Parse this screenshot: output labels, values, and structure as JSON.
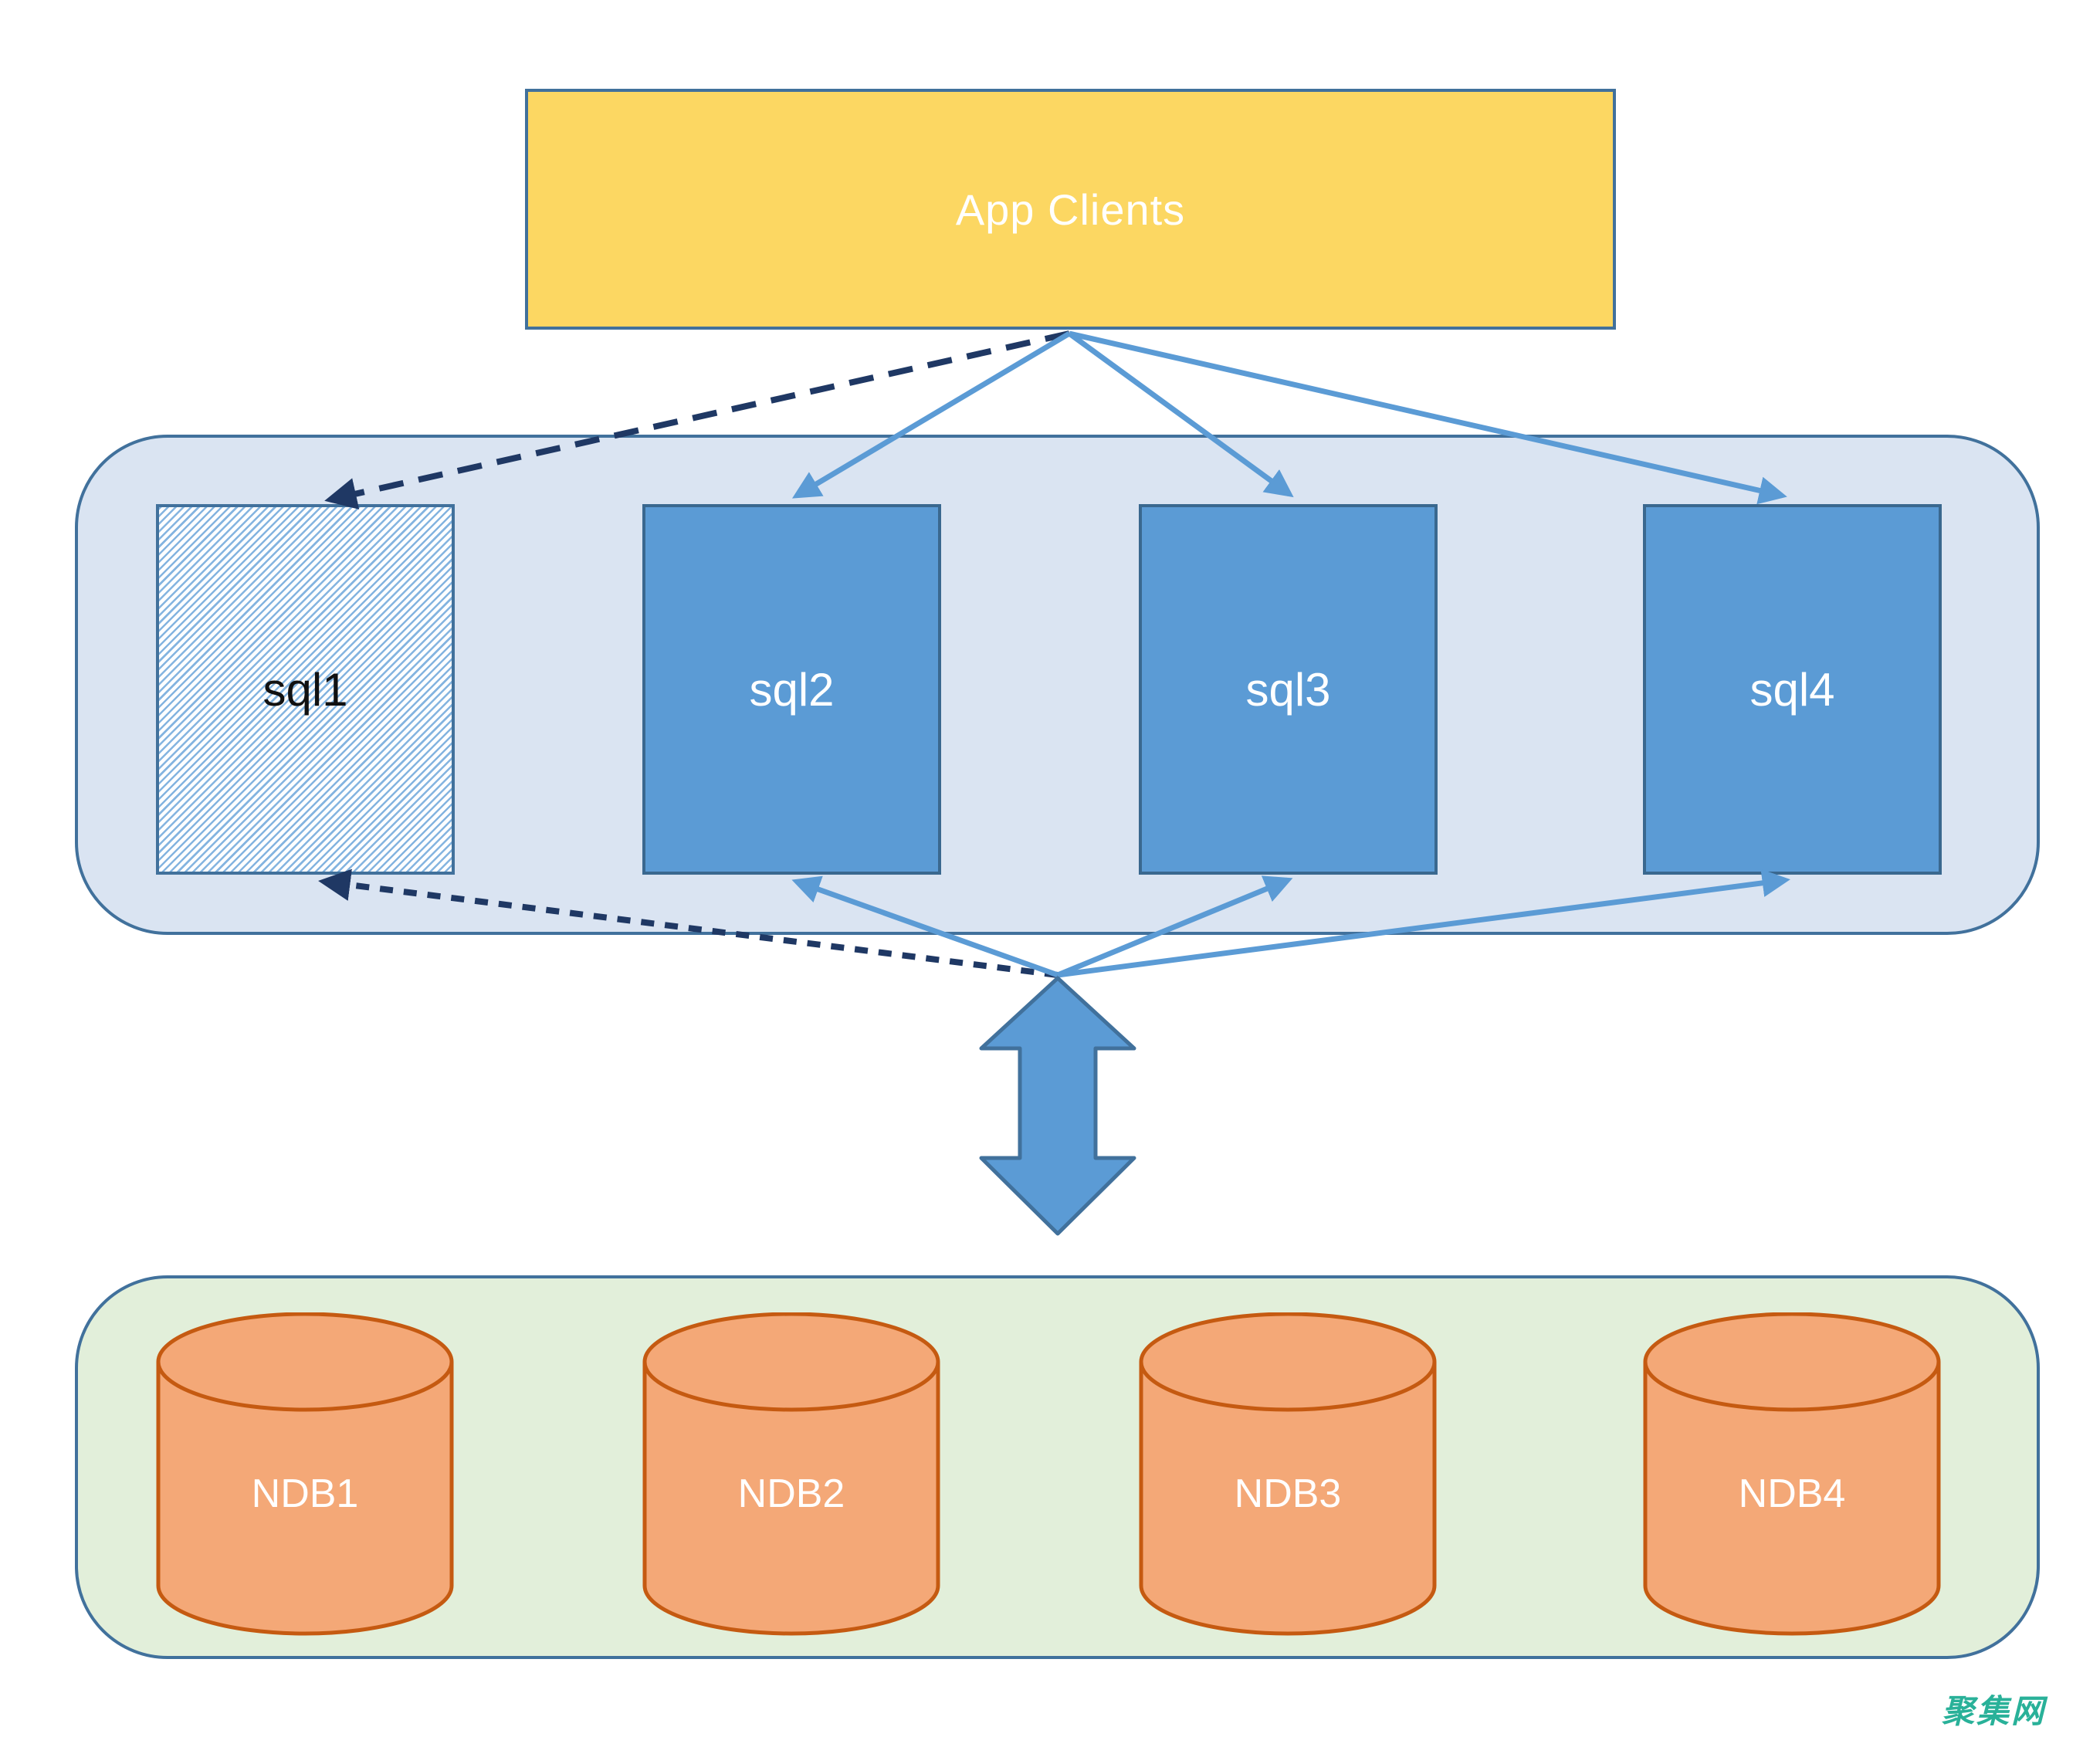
{
  "app_clients": {
    "label": "App Clients"
  },
  "sql_layer": {
    "nodes": [
      {
        "label": "sql1",
        "variant": "hatched"
      },
      {
        "label": "sql2",
        "variant": "solid"
      },
      {
        "label": "sql3",
        "variant": "solid"
      },
      {
        "label": "sql4",
        "variant": "solid"
      }
    ]
  },
  "ndb_layer": {
    "nodes": [
      {
        "label": "NDB1"
      },
      {
        "label": "NDB2"
      },
      {
        "label": "NDB3"
      },
      {
        "label": "NDB4"
      }
    ]
  },
  "connections": {
    "from_app_clients_dashed_to": [
      "sql1"
    ],
    "from_app_clients_solid_to": [
      "sql2",
      "sql3",
      "sql4"
    ],
    "from_ndb_cluster_dashed_to": [
      "sql1"
    ],
    "from_ndb_cluster_solid_to": [
      "sql2",
      "sql3",
      "sql4"
    ],
    "sql_to_ndb_link": "bidirectional-double-arrow"
  },
  "watermark": {
    "text": "聚集网"
  },
  "colors": {
    "app_clients_fill": "#FCD762",
    "sql_node_fill": "#5B9BD5",
    "sql_container_fill": "#DAE4F2",
    "ndb_container_fill": "#E2EFDA",
    "cylinder_fill": "#F4A877",
    "cylinder_stroke": "#C55A11",
    "outline": "#41719C",
    "solid_arrow": "#5B9BD5",
    "dashed_arrow": "#1F3864",
    "watermark": "#29B199"
  }
}
